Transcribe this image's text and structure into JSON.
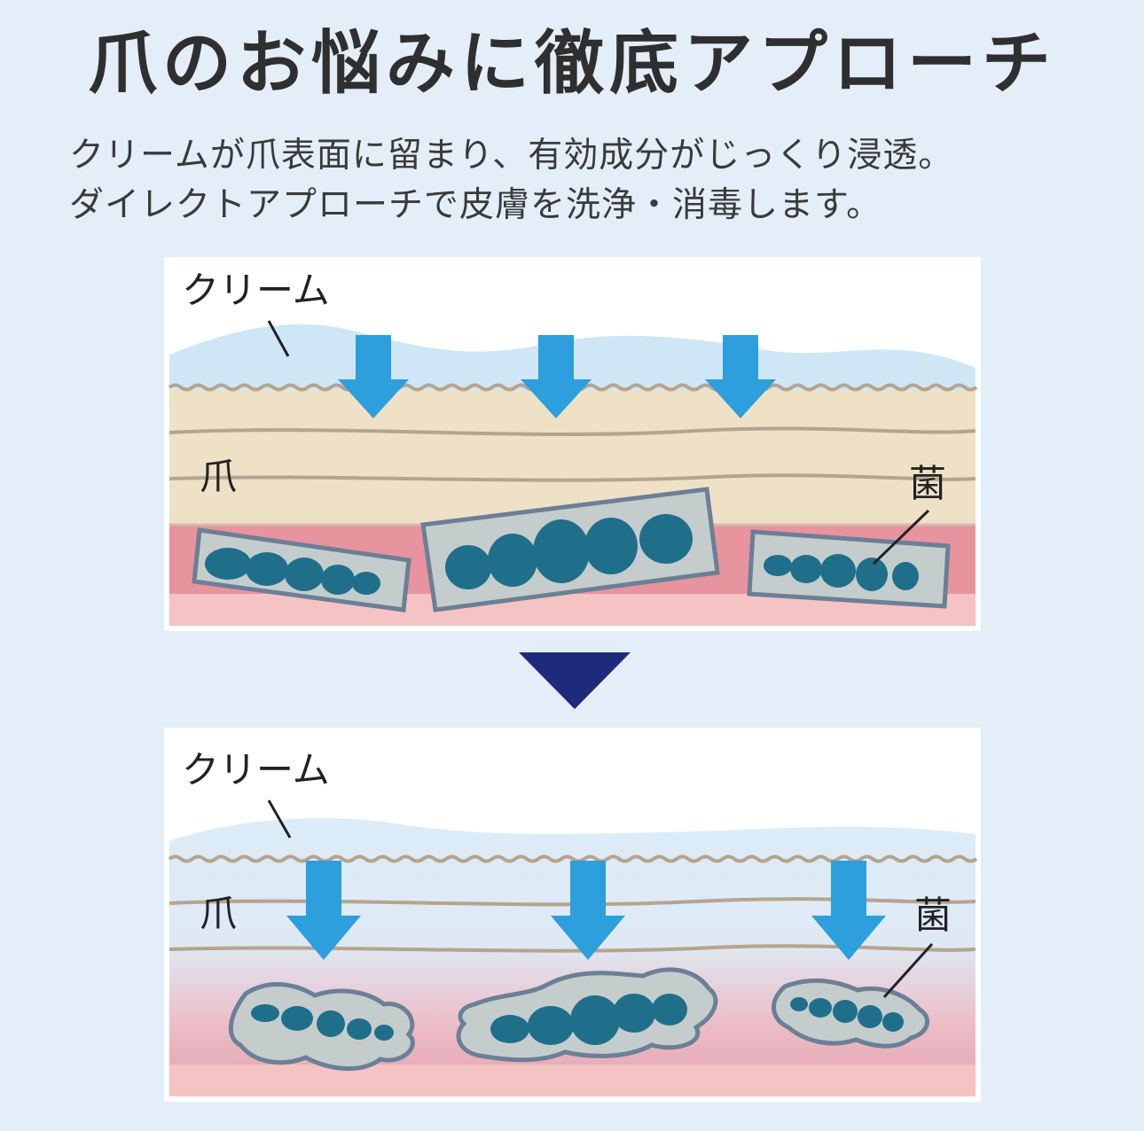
{
  "title": "爪のお悩みに徹底アプローチ",
  "subtitle": {
    "line1": "クリームが爪表面に留まり、有効成分がじっくり浸透。",
    "line2": "ダイレクトアプローチで皮膚を洗浄・消毒します。"
  },
  "panels": {
    "before": {
      "label_cream": "クリーム",
      "label_nail": "爪",
      "label_bacteria": "菌"
    },
    "after": {
      "label_cream": "クリーム",
      "label_nail": "爪",
      "label_bacteria": "菌"
    }
  },
  "colors": {
    "background": "#e4eef8",
    "cream": "#cfe6f7",
    "nail": "#efe1c6",
    "nail_line": "#b5a48e",
    "skin_pink": "#e7949f",
    "skin_light": "#f5c3c3",
    "arrow": "#2c9fdc",
    "divider_arrow": "#1e2a7c",
    "bacteria": "#1f6f8b",
    "bacteria_box": "#c4cdcc",
    "box_border": "#6b7f96"
  }
}
